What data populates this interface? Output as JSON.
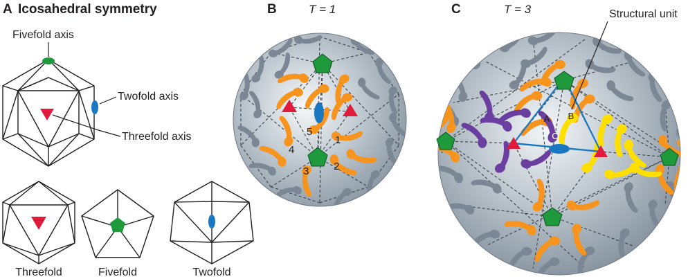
{
  "panel_a": {
    "letter": "A",
    "title": "Icosahedral symmetry",
    "fivefold_axis": "Fivefold axis",
    "twofold_axis": "Twofold axis",
    "threefold_axis": "Threefold axis",
    "captions": [
      "Threefold",
      "Fivefold",
      "Twofold"
    ]
  },
  "panel_b": {
    "letter": "B",
    "t_label": "T = 1",
    "subunit_numbers": [
      "1",
      "2",
      "3",
      "4",
      "5"
    ]
  },
  "panel_c": {
    "letter": "C",
    "t_label": "T = 3",
    "structural_unit": "Structural unit",
    "subunit_letters": [
      "A",
      "B",
      "C"
    ]
  },
  "colors": {
    "fivefold": "#1e9a3c",
    "threefold": "#e01b3c",
    "twofold": "#1a78c2",
    "orange": "#f7941d",
    "purple": "#6b3fa0",
    "yellow": "#ffdf00",
    "grey_subunit": "#7b8794",
    "sphere": "#c3ccd3",
    "unit_outline": "#1a78c2"
  },
  "icons": {
    "fivefold": "green-pentagon-icon",
    "threefold": "red-triangle-icon",
    "twofold": "blue-oval-icon"
  }
}
